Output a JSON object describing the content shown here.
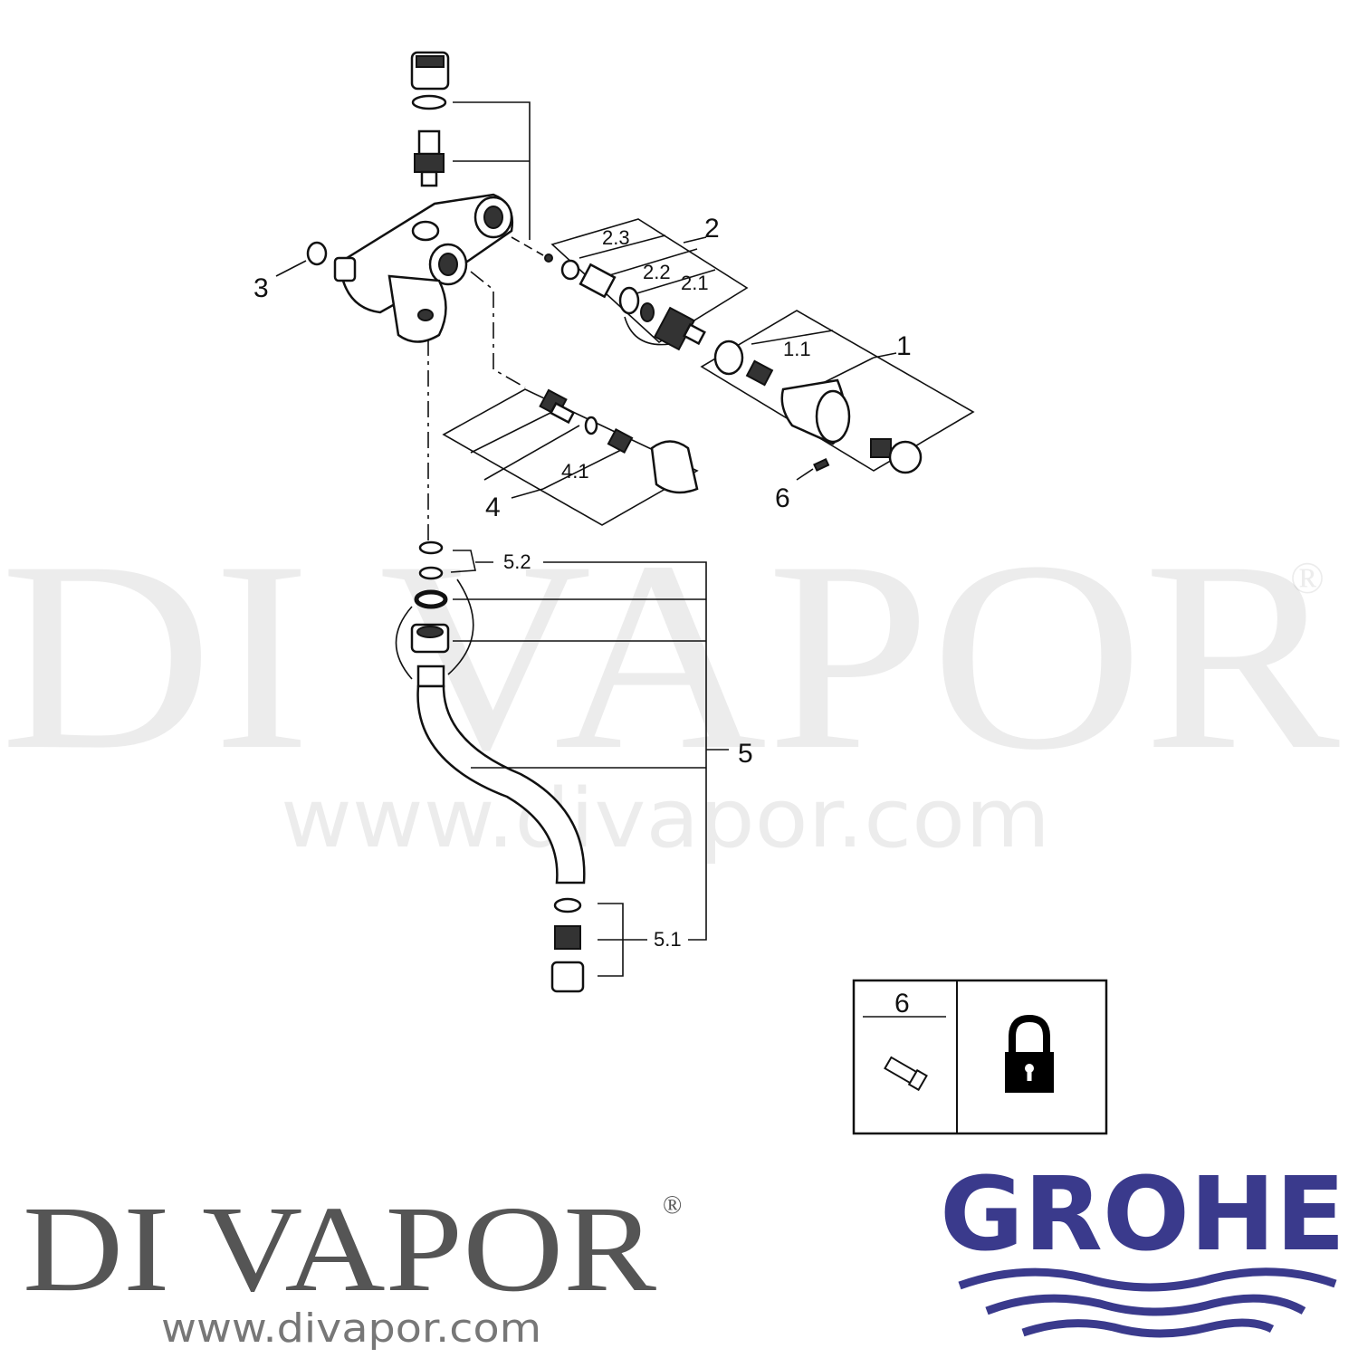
{
  "watermark": {
    "name": "DI VAPOR",
    "registered": "®",
    "url": "www.divapor.com"
  },
  "labels": {
    "p1": "1",
    "p1_1": "1.1",
    "p2": "2",
    "p2_1": "2.1",
    "p2_2": "2.2",
    "p2_3": "2.3",
    "p3": "3",
    "p4": "4",
    "p4_1": "4.1",
    "p5": "5",
    "p5_1": "5.1",
    "p5_2": "5.2",
    "p6": "6"
  },
  "legend_box": {
    "part": "6",
    "icon": "padlock-icon"
  },
  "footer": {
    "divapor_logo": "DI VAPOR",
    "divapor_registered": "®",
    "divapor_url": "www.divapor.com",
    "brand_logo": "GROHE"
  },
  "colors": {
    "brand": "#3a3a8c",
    "line": "#111111",
    "divapor_logo": "#555555"
  }
}
